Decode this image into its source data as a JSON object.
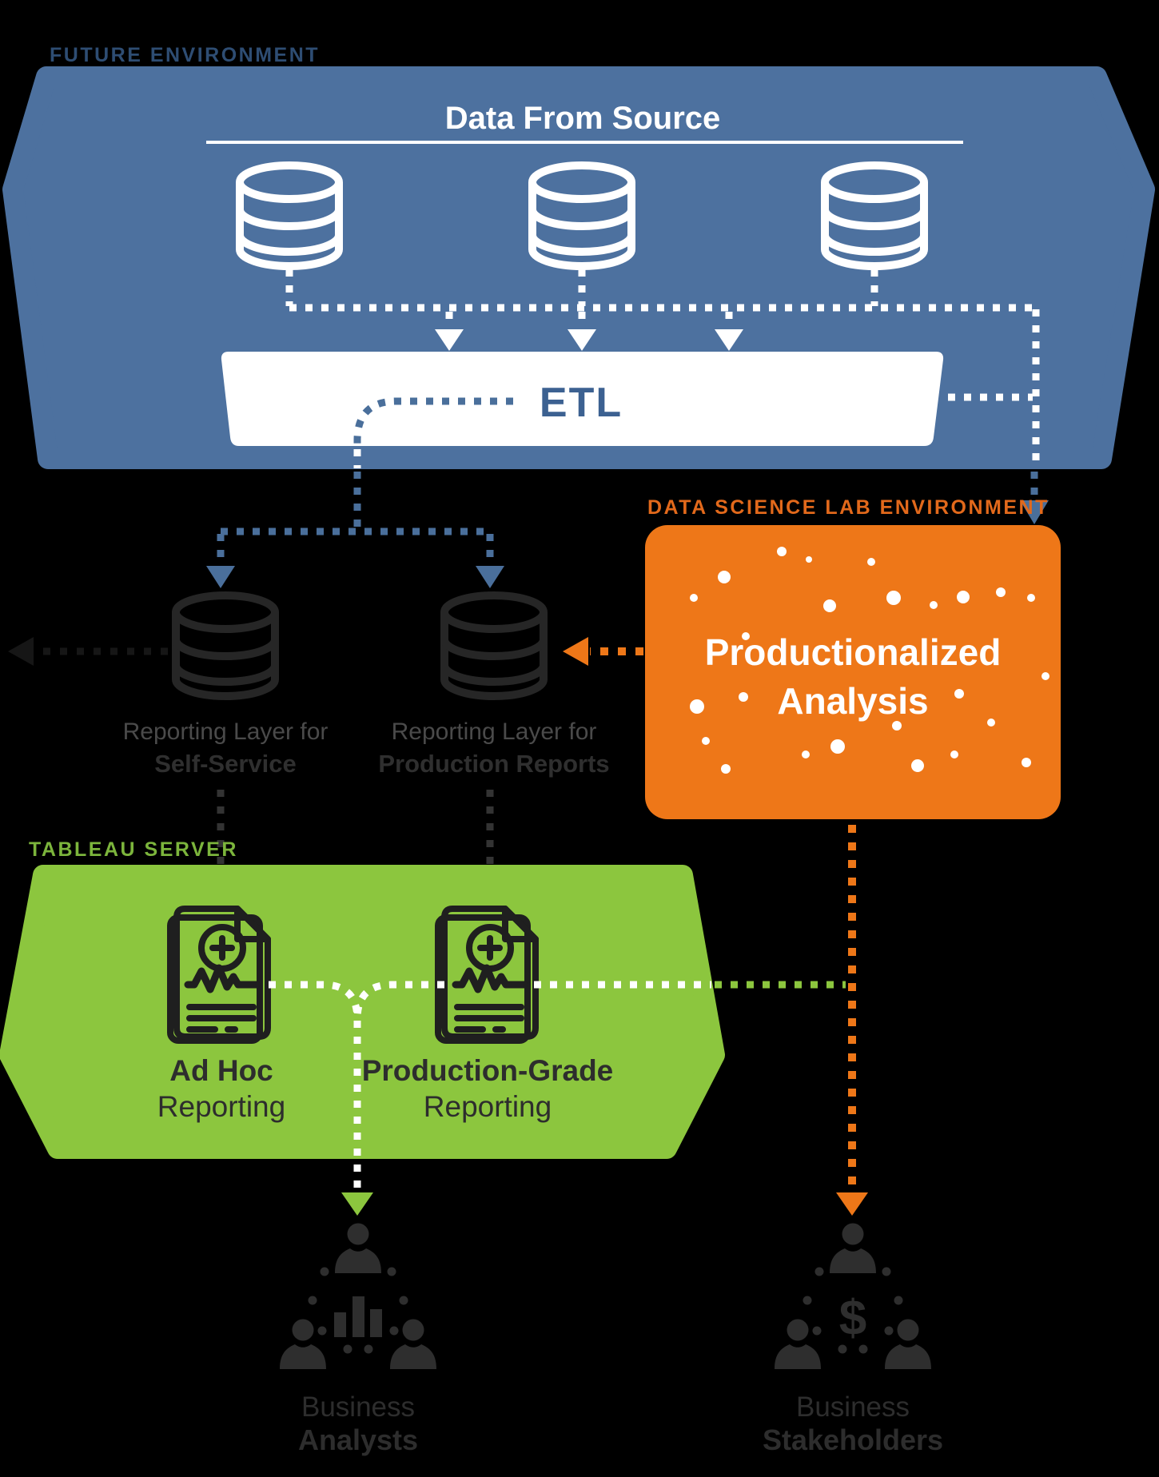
{
  "diagram": {
    "sections": {
      "future_environment": {
        "label": "FUTURE ENVIRONMENT"
      },
      "data_science_lab": {
        "label": "DATA SCIENCE LAB ENVIRONMENT"
      },
      "tableau_server": {
        "label": "TABLEAU SERVER"
      }
    },
    "nodes": {
      "data_from_source": {
        "title": "Data From Source"
      },
      "etl": {
        "label": "ETL"
      },
      "productionalized_analysis": {
        "line1": "Productionalized",
        "line2": "Analysis"
      },
      "reporting_self_service": {
        "line1": "Reporting Layer for",
        "line2": "Self-Service"
      },
      "reporting_production": {
        "line1": "Reporting Layer for",
        "line2": "Production Reports"
      },
      "ad_hoc_reporting": {
        "line1": "Ad Hoc",
        "line2": "Reporting"
      },
      "production_grade_reporting": {
        "line1": "Production-Grade",
        "line2": "Reporting"
      },
      "business_analysts": {
        "line1": "Business",
        "line2": "Analysts"
      },
      "business_stakeholders": {
        "line1": "Business",
        "line2": "Stakeholders"
      }
    },
    "colors": {
      "background": "#000000",
      "blue_region": "#4d719f",
      "blue_label": "#2e4d73",
      "blue_connector": "#4a6f9b",
      "etl_text": "#3c6191",
      "orange_region": "#ee7718",
      "orange_label": "#e2691b",
      "green_region": "#8cc63e",
      "green_label": "#7cb53c",
      "dark_icon": "#2e2e2e",
      "white": "#ffffff"
    },
    "icons": [
      "database-icon",
      "report-document-icon",
      "plus-circle-icon",
      "trend-line-icon",
      "bar-chart-icon",
      "dollar-icon",
      "people-group-icon",
      "arrow-down-icon",
      "arrow-left-icon"
    ]
  }
}
